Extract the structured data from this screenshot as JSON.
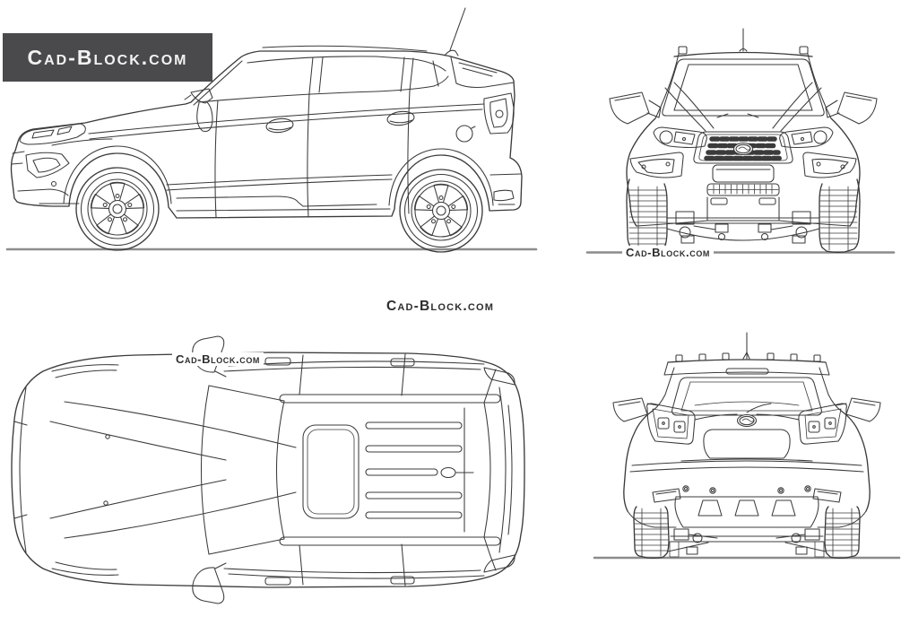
{
  "page": {
    "background": "#ffffff"
  },
  "banner": {
    "text": "Cad-Block.com",
    "bg_color": "#4a4a4c",
    "text_color": "#f2f2f2"
  },
  "watermarks": {
    "center": {
      "text": "Cad-Block.com"
    },
    "front_view_ground": {
      "text": "Cad-Block.com"
    },
    "top_view": {
      "text": "Cad-Block.com"
    }
  },
  "drawing": {
    "subject": "SUV blueprint, four orthographic views",
    "line_color": "#3b3b3b",
    "ground_line_color": "#8c8c8c"
  }
}
